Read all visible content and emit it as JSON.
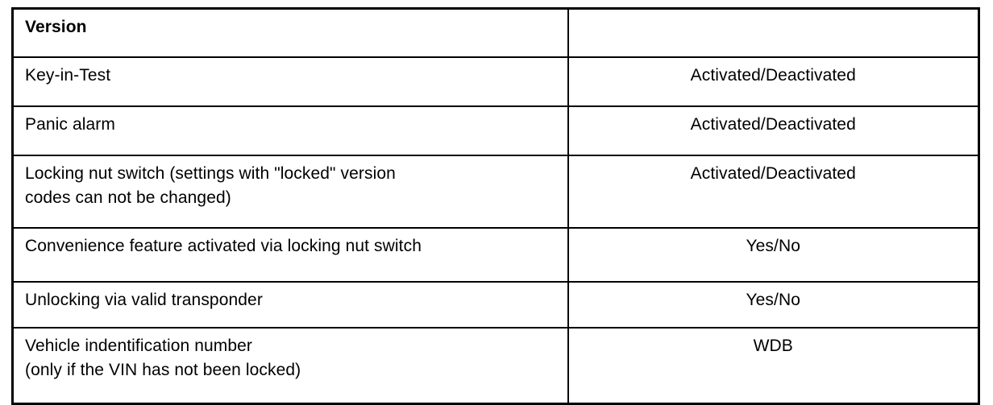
{
  "document": {
    "type": "specification-table",
    "title": "Version",
    "ink_color": "#000000",
    "paper_color": "#ffffff"
  },
  "table": {
    "columns": [
      {
        "key": "feature",
        "header": "Version",
        "align": "left",
        "bold": true
      },
      {
        "key": "value",
        "header": "",
        "align": "center",
        "bold": false
      }
    ],
    "rows": [
      {
        "feature": "Version",
        "value": "",
        "is_header": true
      },
      {
        "feature": "Key-in-Test",
        "value": "Activated/Deactivated",
        "is_header": false
      },
      {
        "feature": "Panic alarm",
        "value": "Activated/Deactivated",
        "is_header": false
      },
      {
        "feature": "Locking nut switch (settings with \"locked\"  version\ncodes can not be changed)",
        "value": "Activated/Deactivated",
        "is_header": false
      },
      {
        "feature": "Convenience feature activated via locking nut switch",
        "value": "Yes/No",
        "is_header": false
      },
      {
        "feature": "Unlocking via valid transponder",
        "value": "Yes/No",
        "is_header": false
      },
      {
        "feature": "Vehicle indentification number\n(only if the VIN has not been locked)",
        "value": "WDB",
        "is_header": false
      }
    ]
  }
}
